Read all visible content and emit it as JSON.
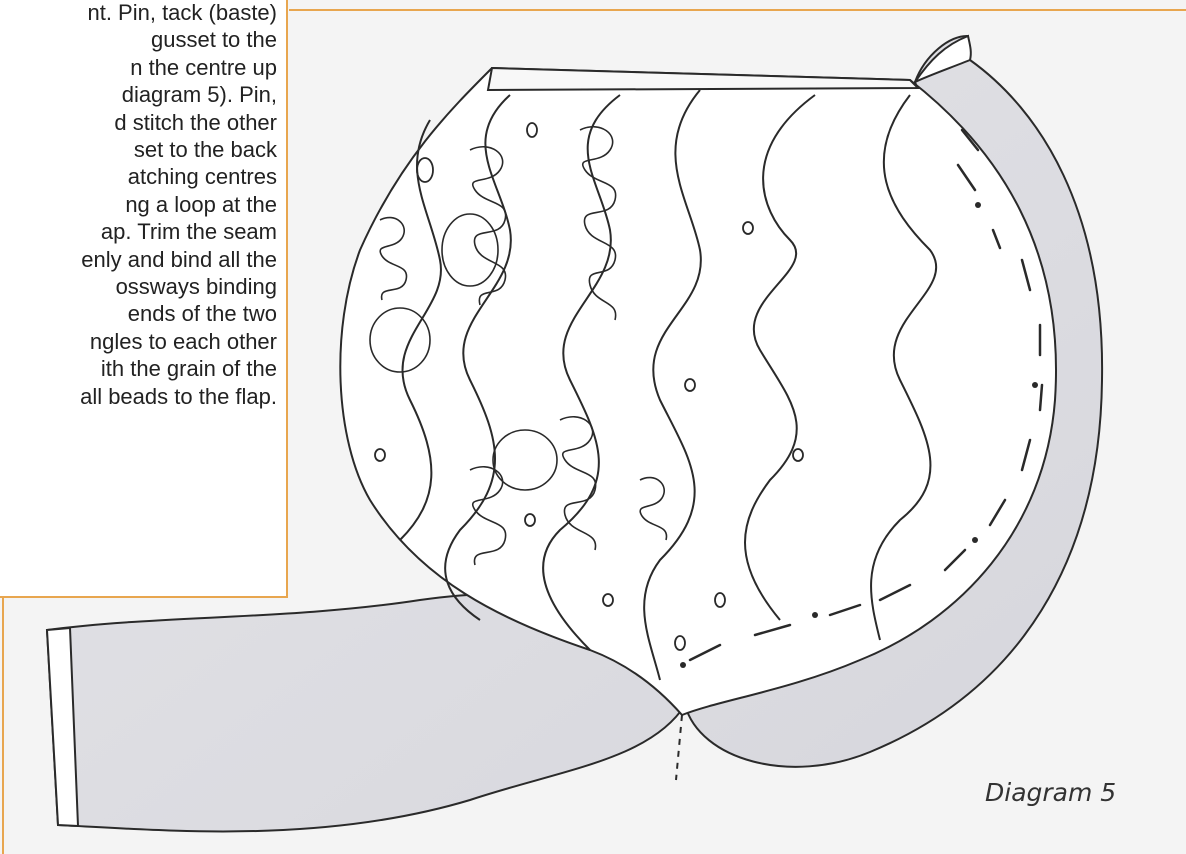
{
  "text_box": {
    "lines": [
      "nt. Pin, tack (baste)",
      "gusset to the",
      "n the centre up",
      "diagram 5). Pin,",
      "d stitch the other",
      "set to the back",
      "atching centres",
      "ng a loop at the",
      "ap. Trim the seam",
      "enly and bind all the",
      "ossways binding",
      "ends of the two",
      "ngles to each other",
      "ith the grain of the",
      "all beads to the flap."
    ]
  },
  "diagram": {
    "caption": "Diagram 5",
    "accent_color": "#e8a64f",
    "line_color": "#2a2a2a",
    "fabric_shade": "#dcdce1"
  }
}
